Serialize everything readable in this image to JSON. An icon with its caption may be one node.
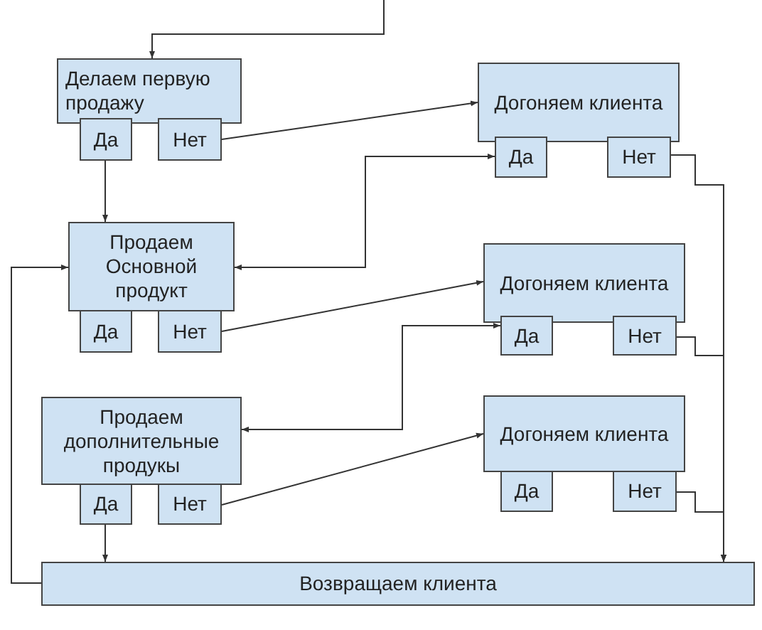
{
  "diagram": {
    "nodes": [
      {
        "text": [
          "Делаем первую продажу"
        ]
      },
      {
        "text": [
          "Да"
        ]
      },
      {
        "text": [
          "Нет"
        ]
      },
      {
        "text": [
          "Догоняем клиента"
        ]
      },
      {
        "text": [
          "Да"
        ]
      },
      {
        "text": [
          "Нет"
        ]
      },
      {
        "text": [
          "Продаем Основной продукт"
        ]
      },
      {
        "text": [
          "Да"
        ]
      },
      {
        "text": [
          "Нет"
        ]
      },
      {
        "text": [
          "Догоняем клиента"
        ]
      },
      {
        "text": [
          "Да"
        ]
      },
      {
        "text": [
          "Нет"
        ]
      },
      {
        "text": [
          "Продаем дополнительные продукы"
        ]
      },
      {
        "text": [
          "Да"
        ]
      },
      {
        "text": [
          "Нет"
        ]
      },
      {
        "text": [
          "Догоняем клиента"
        ]
      },
      {
        "text": [
          "Да"
        ]
      },
      {
        "text": [
          "Нет"
        ]
      },
      {
        "text": [
          "Возвращаем клиента"
        ]
      }
    ],
    "edges": [
      {
        "from": null,
        "to": 0,
        "arrow": "to"
      },
      {
        "from": 1,
        "to": 6,
        "arrow": "to"
      },
      {
        "from": 2,
        "to": 3,
        "arrow": "to"
      },
      {
        "from": 6,
        "to": 4,
        "arrow": "both"
      },
      {
        "from": 8,
        "to": 9,
        "arrow": "to"
      },
      {
        "from": 12,
        "to": 10,
        "arrow": "both"
      },
      {
        "from": 14,
        "to": 15,
        "arrow": "to"
      },
      {
        "from": 13,
        "to": 18,
        "arrow": "to"
      },
      {
        "from": 18,
        "to": 6,
        "arrow": "to"
      },
      {
        "from": 5,
        "to": 18,
        "arrow": "to"
      },
      {
        "from": 11,
        "to": 18,
        "arrow": "to"
      },
      {
        "from": 17,
        "to": 18,
        "arrow": "to"
      }
    ]
  }
}
